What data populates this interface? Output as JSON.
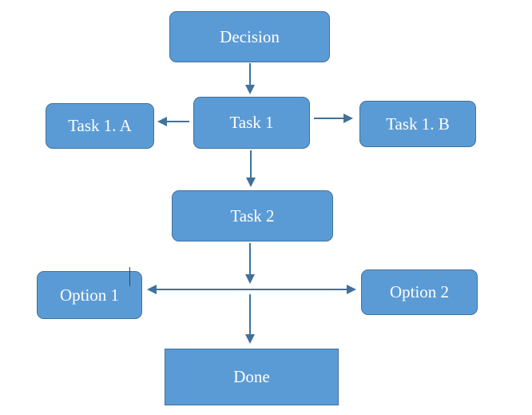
{
  "colors": {
    "node_fill": "#5b9bd5",
    "node_border": "#41719c",
    "connector": "#41719c",
    "text": "#ffffff"
  },
  "nodes": {
    "decision": "Decision",
    "task1": "Task 1",
    "task1a": "Task 1. A",
    "task1b": "Task 1. B",
    "task2": "Task 2",
    "option1": "Option 1",
    "option2": "Option 2",
    "done": "Done"
  },
  "edges": [
    {
      "from": "Decision",
      "to": "Task 1"
    },
    {
      "from": "Task 1",
      "to": "Task 1. A"
    },
    {
      "from": "Task 1",
      "to": "Task 1. B"
    },
    {
      "from": "Task 1",
      "to": "Task 2"
    },
    {
      "from": "Task 2",
      "to": "Option 1"
    },
    {
      "from": "Task 2",
      "to": "Option 2"
    },
    {
      "from": "Task 2",
      "to": "Done"
    }
  ]
}
